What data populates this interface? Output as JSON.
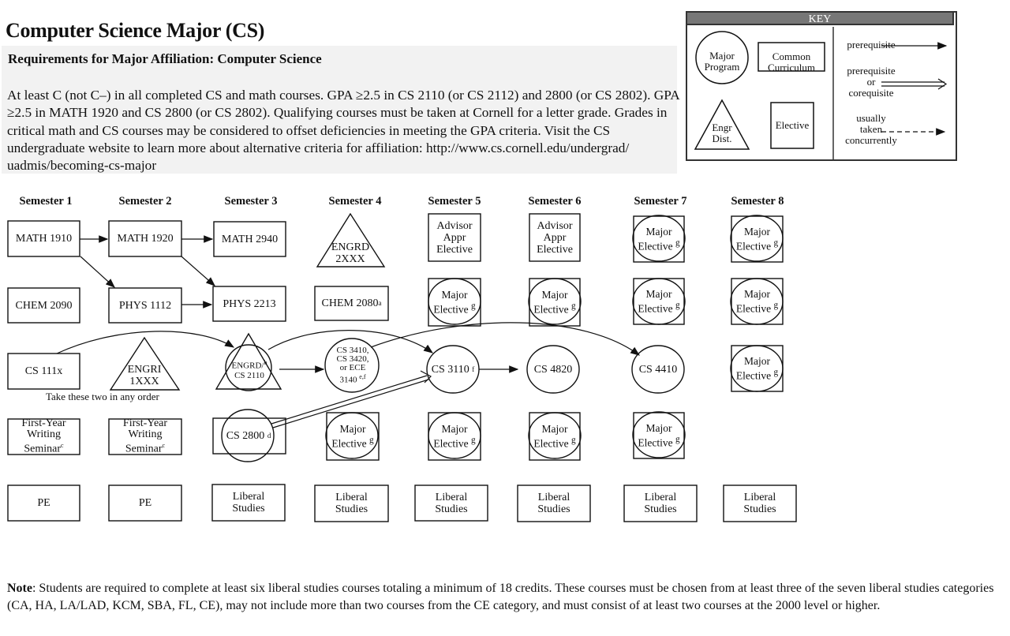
{
  "title": "Computer Science Major (CS)",
  "requirements": {
    "heading": "Requirements for Major Affiliation:  Computer Science",
    "text": "At least C (not C–) in all completed CS and math courses. GPA ≥2.5 in CS 2110 (or CS 2112) and 2800 (or CS 2802). GPA ≥2.5 in MATH 1920 and CS 2800 (or CS 2802). Qualifying courses must be taken at Cornell for a letter grade. Grades in critical math and CS courses may be considered to offset deficiencies in meeting the GPA criteria. Visit the CS undergraduate website to learn more about alternative criteria for affiliation: http://www.cs.cornell.edu/undergrad/ uadmis/becoming-cs-major"
  },
  "key": {
    "title": "KEY",
    "major_program": [
      "Major",
      "Program"
    ],
    "common_curriculum": [
      "Common",
      "Curriculum"
    ],
    "engr_dist": [
      "Engr",
      "Dist."
    ],
    "elective": "Elective",
    "prerequisite": "prerequisite",
    "prereq_or_coreq": [
      "prerequisite",
      "or",
      "corequisite"
    ],
    "concurrent": [
      "usually",
      "taken",
      "concurrently"
    ]
  },
  "semesters": [
    "Semester 1",
    "Semester 2",
    "Semester 3",
    "Semester 4",
    "Semester 5",
    "Semester 6",
    "Semester 7",
    "Semester 8"
  ],
  "courses": {
    "math1910": "MATH 1910",
    "math1920": "MATH 1920",
    "math2940": "MATH 2940",
    "engrd2xxx": [
      "ENGRD",
      "2XXX"
    ],
    "chem2090": "CHEM 2090",
    "phys1112": "PHYS 1112",
    "phys2213": "PHYS 2213",
    "chem2080": "CHEM 2080",
    "chem2080_sup": "a",
    "cs111x": "CS 111x",
    "engri1xxx": [
      "ENGRI",
      "1XXX"
    ],
    "engrd_cs2110": [
      "ENGRD/",
      "CS 2110"
    ],
    "engrd_cs2110_sup": "b",
    "cs3410": [
      "CS 3410,",
      "CS 3420,",
      "or ECE",
      "3140"
    ],
    "cs3410_sup": "e,f",
    "cs3110": "CS 3110",
    "cs3110_sup": "f",
    "cs4820": "CS 4820",
    "cs4410": "CS 4410",
    "fws": [
      "First-Year",
      "Writing",
      "Seminar"
    ],
    "fws_sup": "c",
    "cs2800": "CS 2800",
    "cs2800_sup": "d",
    "pe": "PE",
    "liberal": [
      "Liberal",
      "Studies"
    ],
    "advisor": [
      "Advisor",
      "Appr",
      "Elective"
    ],
    "major_elective": [
      "Major",
      "Elective"
    ],
    "major_elective_sup": "g"
  },
  "order_note": "Take these two in any order",
  "note": {
    "label": "Note",
    "text": ": Students are required to complete at least six liberal studies courses totaling a minimum of 18 credits.  These courses must be chosen from at least three of the seven liberal studies categories (CA, HA, LA/LAD, KCM, SBA, FL, CE), may not include more than two courses from the CE category, and must consist of at least two courses at the 2000 level or higher."
  }
}
